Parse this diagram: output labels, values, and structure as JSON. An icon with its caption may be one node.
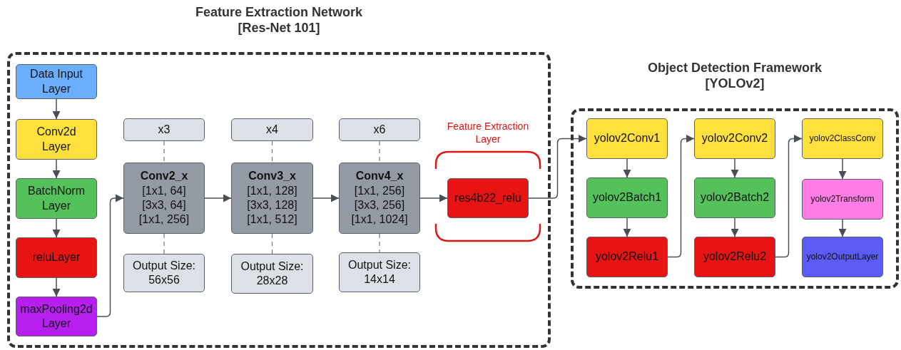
{
  "diagram": {
    "nodes": [
      {
        "text": [
          "Feature Extraction Network [Res-Net 101]"
        ]
      },
      {
        "text": [
          "Data Input Layer"
        ],
        "in": 0
      },
      {
        "text": [
          "Conv2d Layer"
        ],
        "in": 0
      },
      {
        "text": [
          "BatchNorm Layer"
        ],
        "in": 0
      },
      {
        "text": [
          "reluLayer"
        ],
        "in": 0
      },
      {
        "text": [
          "maxPooling2d Layer"
        ],
        "in": 0
      },
      {
        "text": [
          "x3"
        ],
        "in": 0
      },
      {
        "text": [
          "Conv2_x",
          "[1x1, 64] [3x3, 64] [1x1, 256]"
        ],
        "in": 0
      },
      {
        "text": [
          "Output Size: 56x56"
        ],
        "in": 0
      },
      {
        "text": [
          "x4"
        ],
        "in": 0
      },
      {
        "text": [
          "Conv3_x",
          "[1x1, 128] [3x3, 128] [1x1, 512]"
        ],
        "in": 0
      },
      {
        "text": [
          "Output Size: 28x28"
        ],
        "in": 0
      },
      {
        "text": [
          "x6"
        ],
        "in": 0
      },
      {
        "text": [
          "Conv4_x",
          "[1x1, 256] [3x3, 256] [1x1, 1024]"
        ],
        "in": 0
      },
      {
        "text": [
          "Output Size: 14x14"
        ],
        "in": 0
      },
      {
        "text": [
          "Feature Extraction Layer"
        ],
        "in": 0
      },
      {
        "text": [
          "res4b22_relu"
        ],
        "in": 15
      },
      {
        "text": [
          "Object Detection Framework [YOLOv2]"
        ]
      },
      {
        "text": [
          "yolov2Conv1"
        ],
        "in": 17
      },
      {
        "text": [
          "yolov2Batch1"
        ],
        "in": 17
      },
      {
        "text": [
          "yolov2Relu1"
        ],
        "in": 17
      },
      {
        "text": [
          "yolov2Conv2"
        ],
        "in": 17
      },
      {
        "text": [
          "yolov2Batch2"
        ],
        "in": 17
      },
      {
        "text": [
          "yolov2Relu2"
        ],
        "in": 17
      },
      {
        "text": [
          "yolov2ClassConv"
        ],
        "in": 17
      },
      {
        "text": [
          "yolov2Transform"
        ],
        "in": 17
      },
      {
        "text": [
          "yolov2OutputLayer"
        ],
        "in": 17
      }
    ],
    "edges": [
      {
        "from": 1,
        "to": 2,
        "arrow": "to"
      },
      {
        "from": 2,
        "to": 3,
        "arrow": "to"
      },
      {
        "from": 3,
        "to": 4,
        "arrow": "to"
      },
      {
        "from": 4,
        "to": 5,
        "arrow": "to"
      },
      {
        "from": 5,
        "to": 7,
        "arrow": "to"
      },
      {
        "from": 6,
        "to": 7,
        "arrow": "none",
        "style": "dashed"
      },
      {
        "from": 7,
        "to": 8,
        "arrow": "none",
        "style": "dashed"
      },
      {
        "from": 7,
        "to": 10,
        "arrow": "to"
      },
      {
        "from": 9,
        "to": 10,
        "arrow": "none",
        "style": "dashed"
      },
      {
        "from": 10,
        "to": 11,
        "arrow": "none",
        "style": "dashed"
      },
      {
        "from": 10,
        "to": 13,
        "arrow": "to"
      },
      {
        "from": 12,
        "to": 13,
        "arrow": "none",
        "style": "dashed"
      },
      {
        "from": 13,
        "to": 14,
        "arrow": "none",
        "style": "dashed"
      },
      {
        "from": 13,
        "to": 16,
        "arrow": "to"
      },
      {
        "from": 16,
        "to": 18,
        "arrow": "to"
      },
      {
        "from": 18,
        "to": 19,
        "arrow": "to"
      },
      {
        "from": 19,
        "to": 20,
        "arrow": "to"
      },
      {
        "from": 20,
        "to": 21,
        "arrow": "to"
      },
      {
        "from": 21,
        "to": 22,
        "arrow": "to"
      },
      {
        "from": 22,
        "to": 23,
        "arrow": "to"
      },
      {
        "from": 23,
        "to": 24,
        "arrow": "to"
      },
      {
        "from": 24,
        "to": 25,
        "arrow": "to"
      },
      {
        "from": 25,
        "to": 26,
        "arrow": "to"
      }
    ]
  }
}
